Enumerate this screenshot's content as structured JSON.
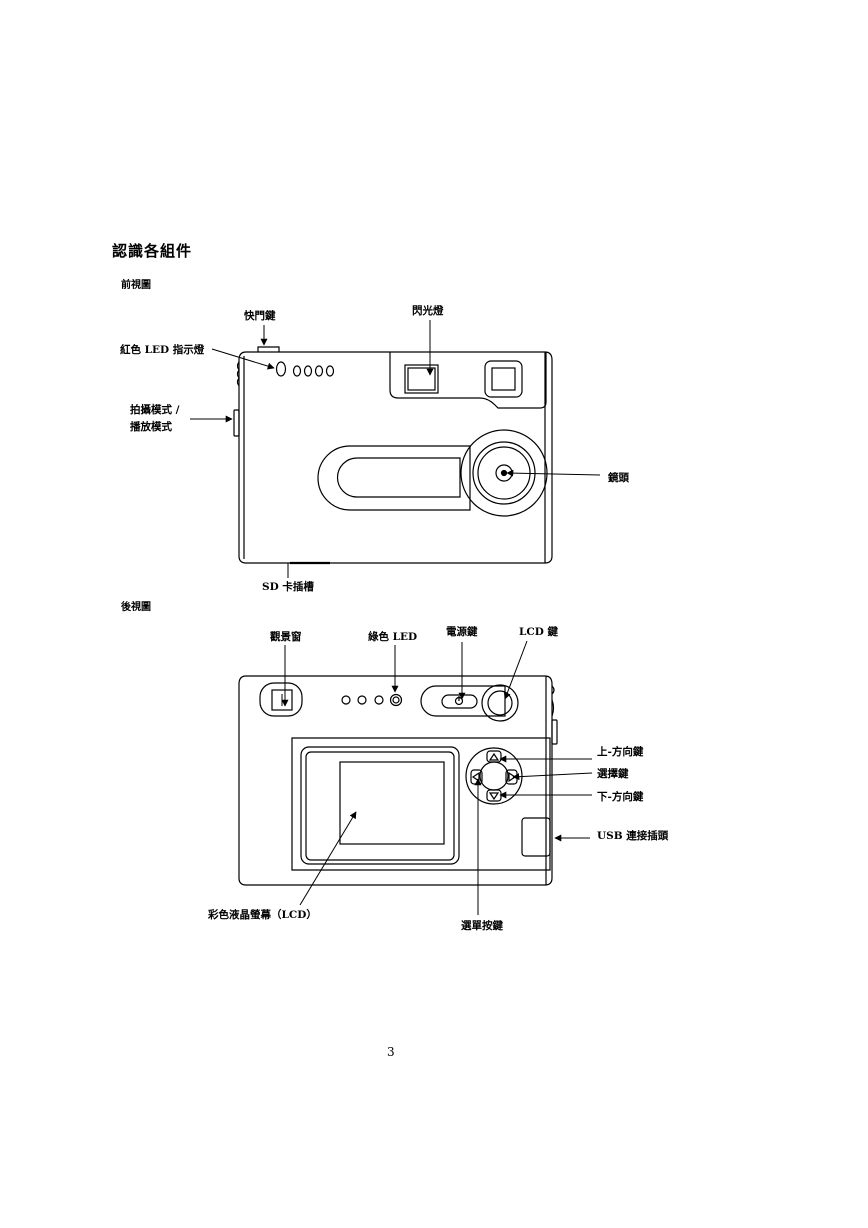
{
  "title": "認識各組件",
  "front": {
    "heading": "前視圖",
    "shutter": "快門鍵",
    "flash": "閃光燈",
    "red_led": "紅色 LED 指示燈",
    "mode_line1": "拍攝模式 /",
    "mode_line2": "播放模式",
    "lens": "鏡頭",
    "sd_slot": "SD 卡插槽"
  },
  "rear": {
    "heading": "後視圖",
    "viewfinder": "觀景窗",
    "green_led": "綠色 LED",
    "power": "電源鍵",
    "lcd_button": "LCD 鍵",
    "up": "上-方向鍵",
    "select": "選擇鍵",
    "down": "下-方向鍵",
    "usb": "USB 連接插頭",
    "screen": "彩色液晶螢幕（LCD）",
    "menu": "選單按鍵"
  },
  "page_number": "3"
}
